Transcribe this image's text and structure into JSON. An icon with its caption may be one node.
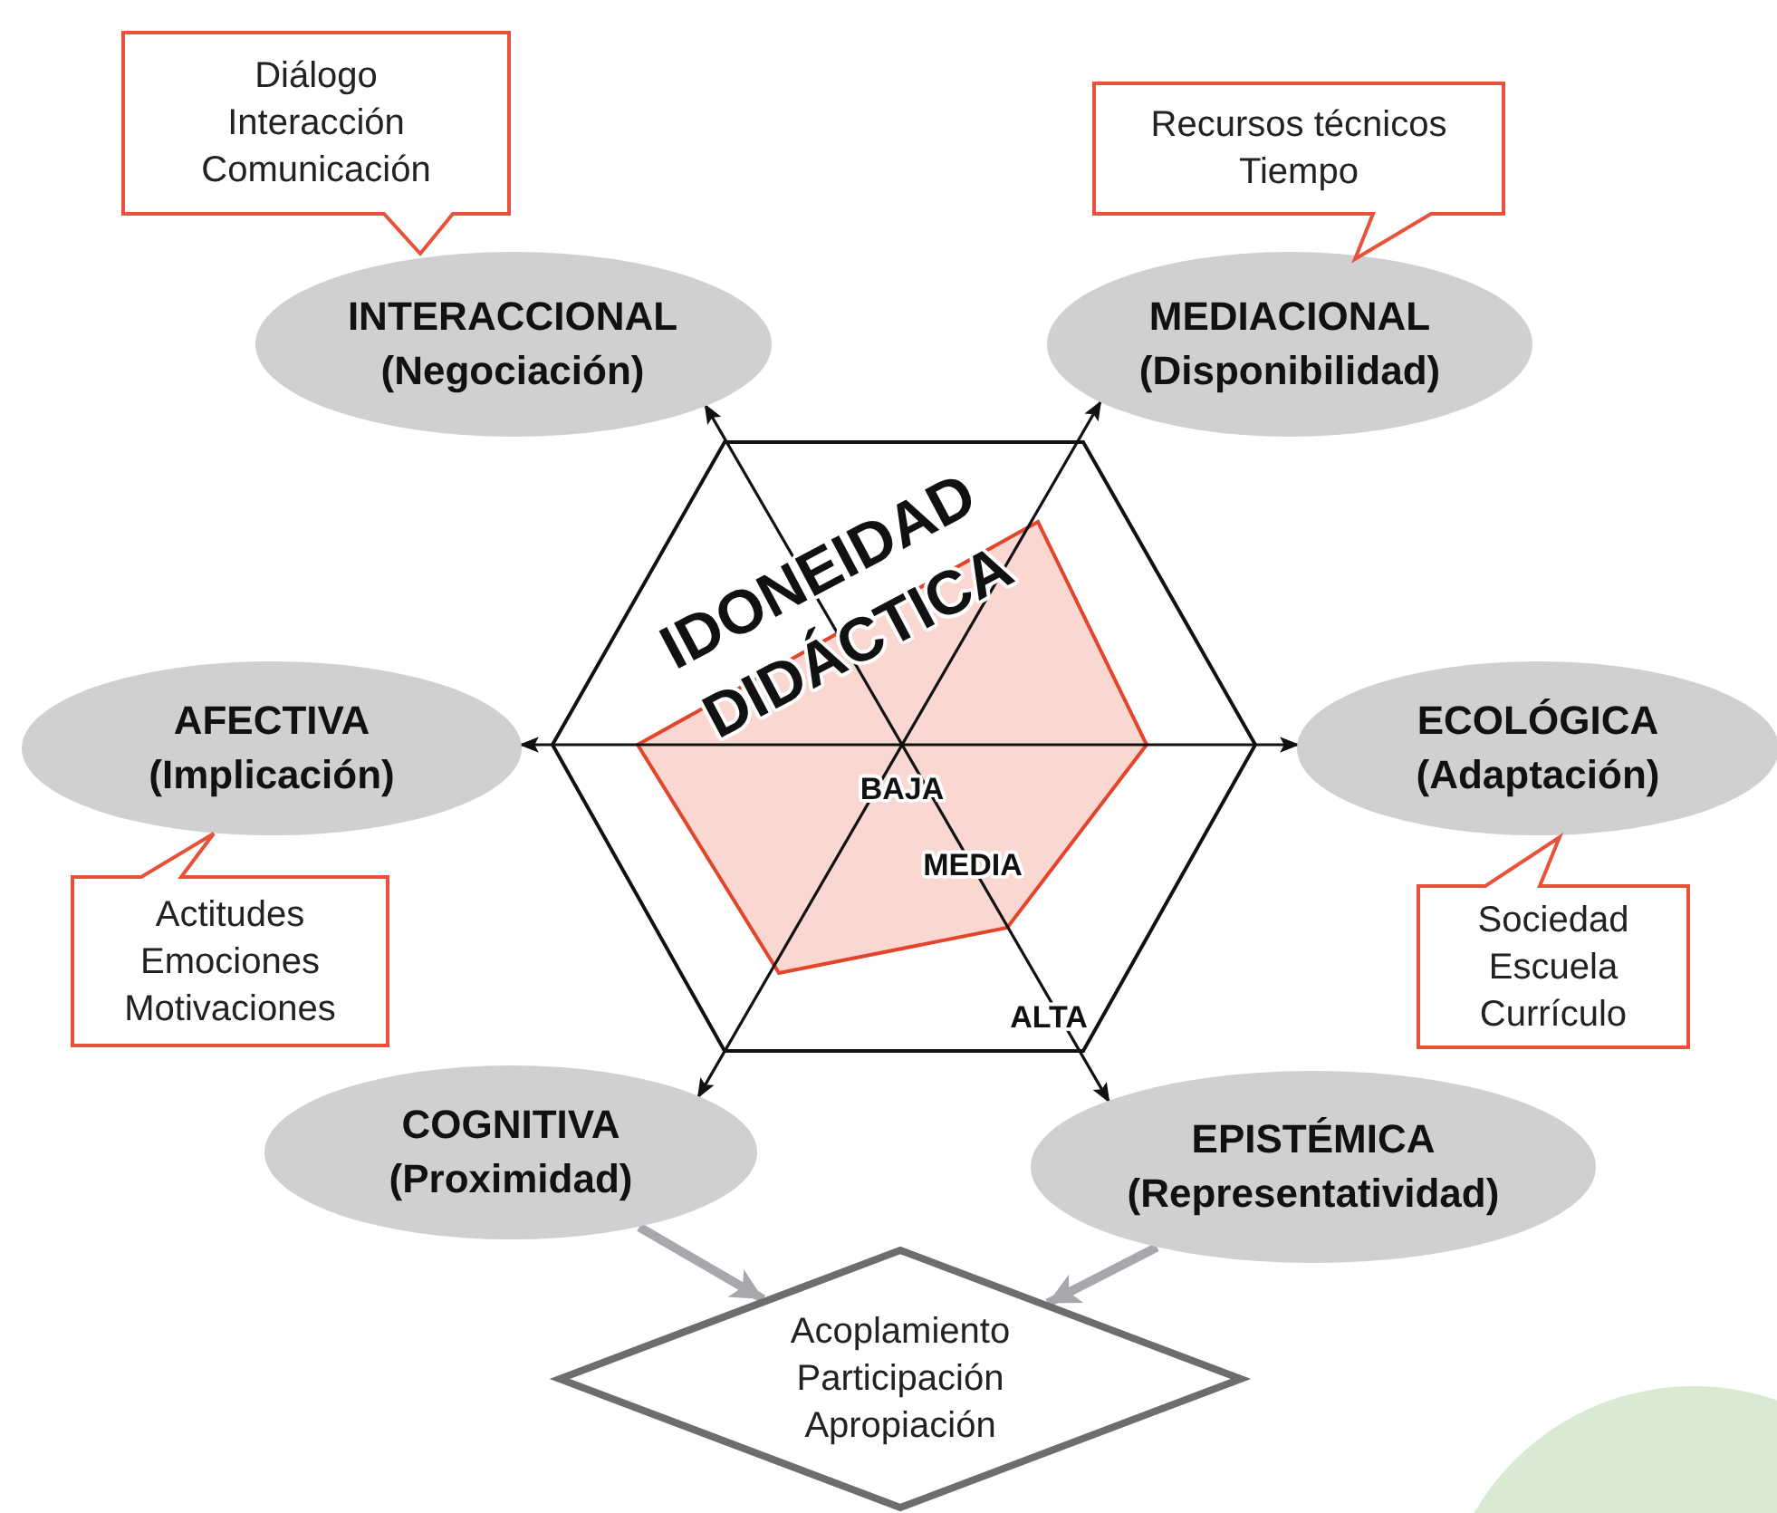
{
  "diagram": {
    "nodes": [
      {
        "text": [
          "INTERACCIONAL",
          "(Negociación)"
        ]
      },
      {
        "text": [
          "MEDIACIONAL",
          "(Disponibilidad)"
        ]
      },
      {
        "text": [
          "AFECTIVA",
          "(Implicación)"
        ]
      },
      {
        "text": [
          "ECOLÓGICA",
          "(Adaptación)"
        ]
      },
      {
        "text": [
          "COGNITIVA",
          "(Proximidad)"
        ]
      },
      {
        "text": [
          "EPISTÉMICA",
          "(Representatividad)"
        ]
      },
      {
        "text": [
          "Acoplamiento",
          "Participación",
          "Apropiación"
        ]
      },
      {
        "text": [
          "Diálogo",
          "Interacción",
          "Comunicación"
        ]
      },
      {
        "text": [
          "Recursos técnicos",
          "Tiempo"
        ]
      },
      {
        "text": [
          "Actitudes",
          "Emociones",
          "Motivaciones"
        ]
      },
      {
        "text": [
          "Sociedad",
          "Escuela",
          "Currículo"
        ]
      }
    ],
    "edges": [
      {
        "from": 0,
        "to": 5,
        "arrow": "both"
      },
      {
        "from": 1,
        "to": 4,
        "arrow": "both"
      },
      {
        "from": 2,
        "to": 3,
        "arrow": "both"
      },
      {
        "from": 4,
        "to": 6,
        "arrow": "to",
        "style": "thick",
        "color": "#a7a8ab"
      },
      {
        "from": 5,
        "to": 6,
        "arrow": "to",
        "style": "thick",
        "color": "#a7a8ab"
      }
    ],
    "labels": [
      "IDONEIDAD",
      "DIDÁCTICA",
      "BAJA",
      "MEDIA",
      "ALTA"
    ]
  }
}
